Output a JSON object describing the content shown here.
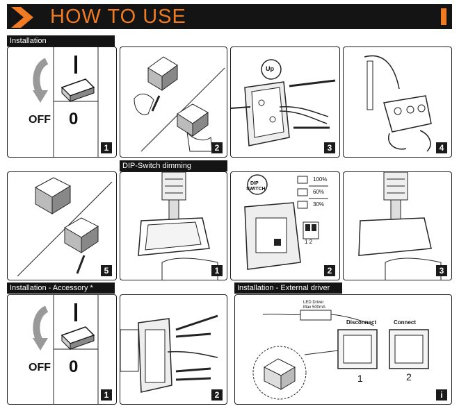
{
  "header": {
    "title": "HOW TO USE",
    "accent": "#f07b22"
  },
  "sections": {
    "installation": "Installation",
    "dip": "DIP-Switch dimming",
    "accessory": "Installation - Accessory *",
    "external": "Installation - External driver"
  },
  "switch": {
    "off_label": "OFF",
    "zero_label": "0"
  },
  "steps": {
    "inst1": "1",
    "inst2": "2",
    "inst3": "3",
    "inst4": "4",
    "inst5": "5",
    "dip1": "1",
    "dip2": "2",
    "dip3": "3",
    "acc1": "1",
    "acc2": "2",
    "ext": "i"
  },
  "dip_panel": {
    "badge_line1": "DIP",
    "badge_line2": "SWITCH",
    "levels": [
      "100%",
      "60%",
      "30%"
    ],
    "switch_numbers": "1 2"
  },
  "external_driver": {
    "driver_label": "LED Driver",
    "driver_spec": "Max 500mA",
    "disconnect": "Disconnect",
    "connect": "Connect",
    "step_a": "1",
    "step_b": "2"
  },
  "install3_label": "Up"
}
